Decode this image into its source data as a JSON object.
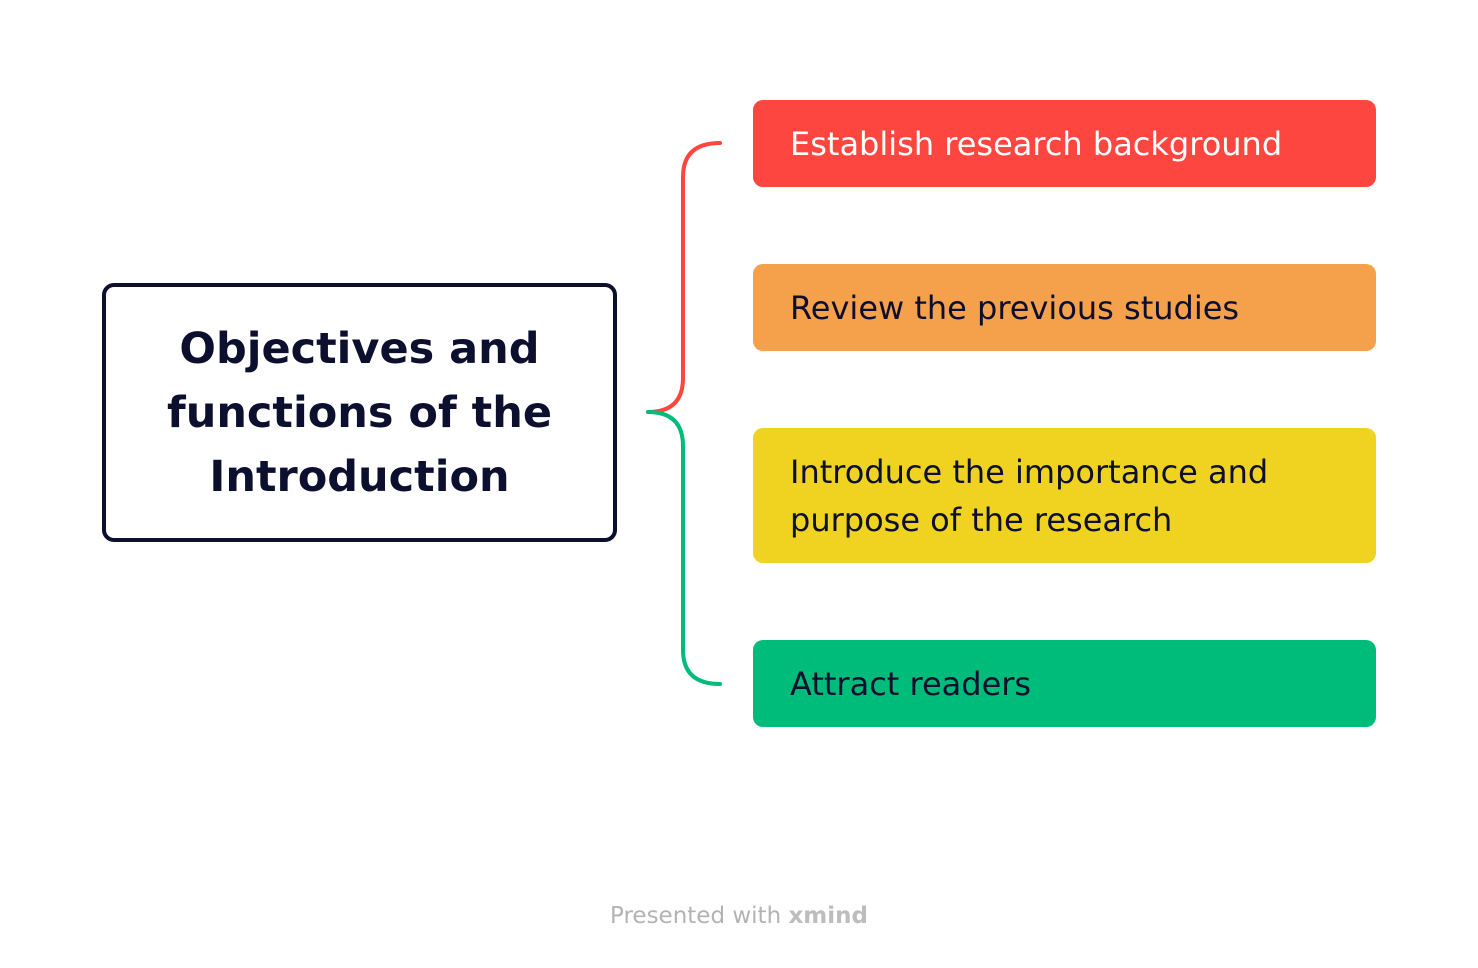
{
  "central": {
    "title": "Objectives and\nfunctions of the\nIntroduction",
    "border_color": "#0d0f2e"
  },
  "topics": [
    {
      "label": "Establish research background",
      "bg_color": "#fd463f",
      "text_color": "#ffffff",
      "connector_color": "#fd463f"
    },
    {
      "label": "Review the previous studies",
      "bg_color": "#f5a04b",
      "text_color": "#0d0f2e",
      "connector_color": "#fd463f"
    },
    {
      "label": "Introduce the importance and purpose of the research",
      "bg_color": "#f0d320",
      "text_color": "#0d0f2e",
      "connector_color": "#00bc7b"
    },
    {
      "label": "Attract readers",
      "bg_color": "#00bc7b",
      "text_color": "#0d0f2e",
      "connector_color": "#00bc7b"
    }
  ],
  "footer": {
    "prefix": "Presented with ",
    "brand": "xmind"
  }
}
